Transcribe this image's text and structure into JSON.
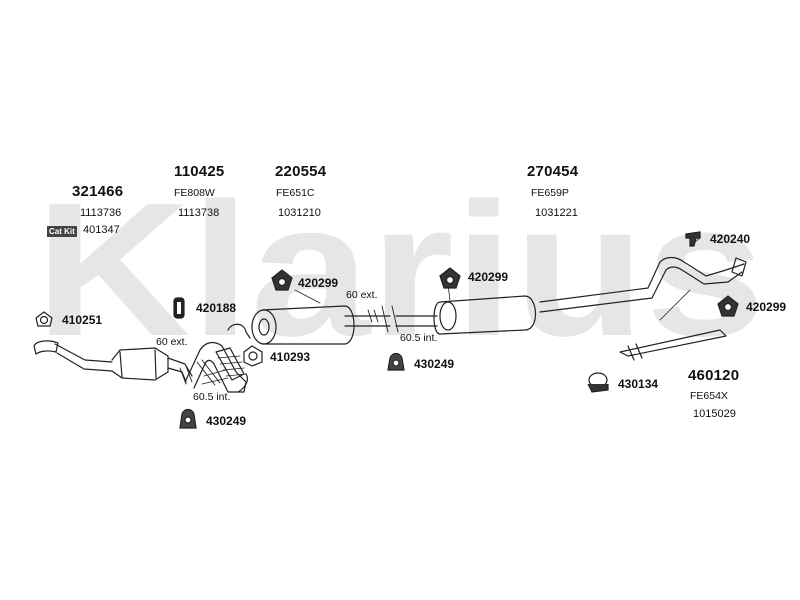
{
  "watermark": "Klarius",
  "groups": [
    {
      "part": "321466",
      "ref1": "1113736"
    },
    {
      "part": "110425",
      "ref0": "FE808W",
      "ref1": "1113738"
    },
    {
      "part": "220554",
      "ref0": "FE651C",
      "ref1": "1031210"
    },
    {
      "part": "270454",
      "ref0": "FE659P",
      "ref1": "1031221"
    },
    {
      "part": "460120",
      "ref0": "FE654X",
      "ref1": "1015029"
    }
  ],
  "catkit": {
    "badge": "Cat Kit",
    "number": "401347"
  },
  "parts": {
    "p410251": "410251",
    "p420188": "420188",
    "p410293": "410293",
    "p430249a": "430249",
    "p420299a": "420299",
    "p430249b": "430249",
    "p420299b": "420299",
    "p420240": "420240",
    "p420299c": "420299",
    "p430134": "430134"
  },
  "dims": {
    "d60ext_a": "60 ext.",
    "d605int_a": "60.5 int.",
    "d60ext_b": "60 ext.",
    "d605int_b": "60.5 int."
  },
  "colors": {
    "line": "#222222",
    "watermark": "#e6e6e6",
    "badge": "#444444"
  }
}
